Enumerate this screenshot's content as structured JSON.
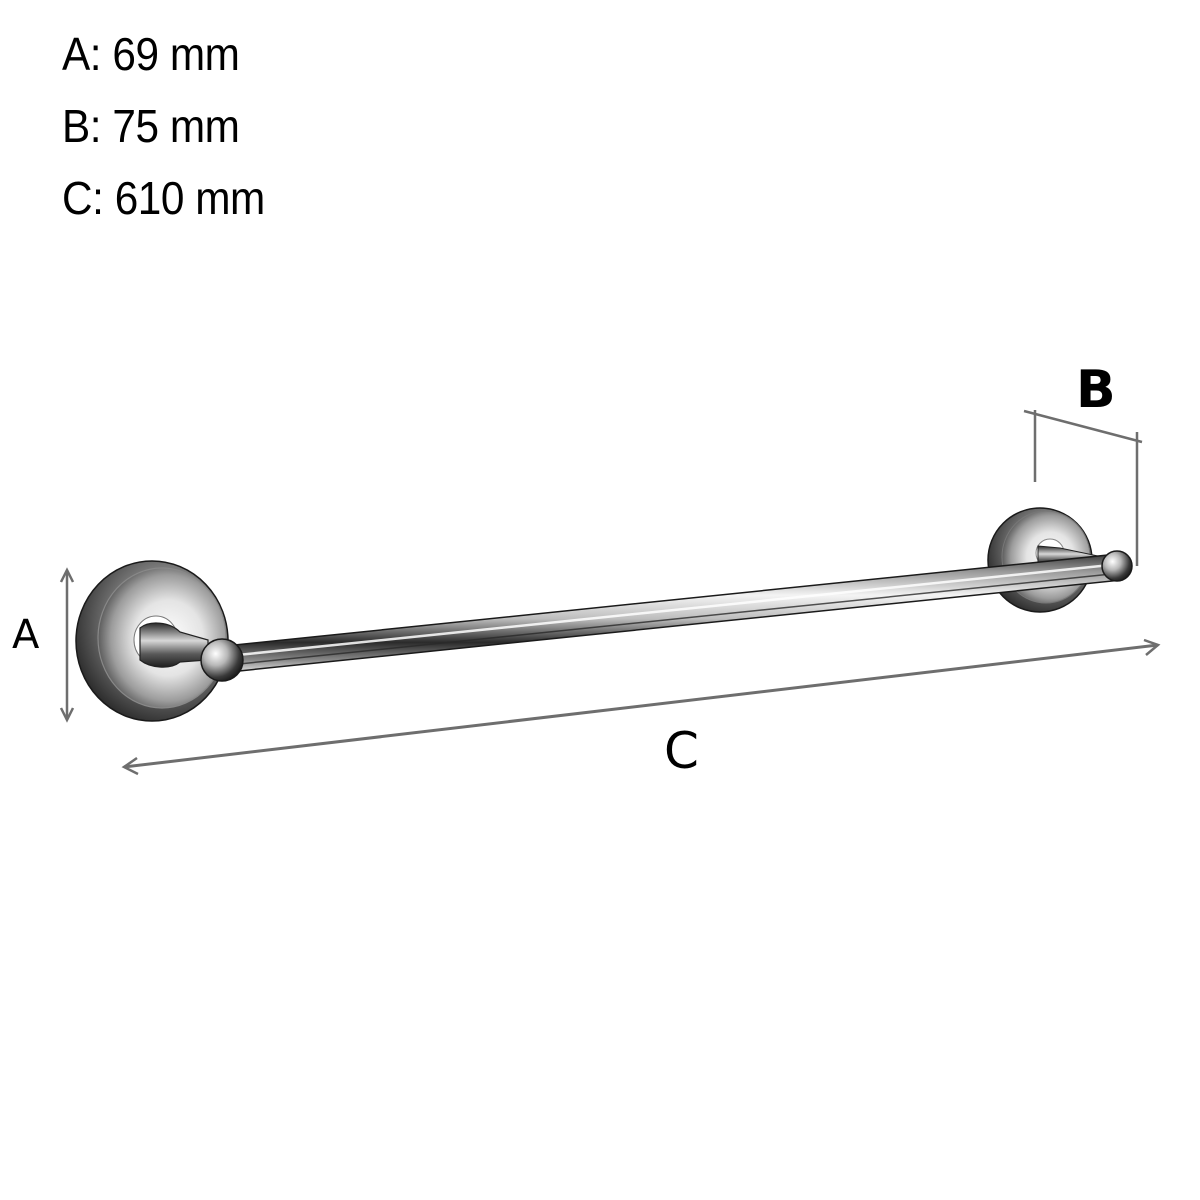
{
  "specifications": [
    {
      "key": "A",
      "label": "A: 69 mm",
      "value": 69,
      "unit": "mm"
    },
    {
      "key": "B",
      "label": "B: 75 mm",
      "value": 75,
      "unit": "mm"
    },
    {
      "key": "C",
      "label": "C: 610 mm",
      "value": 610,
      "unit": "mm"
    }
  ],
  "dimension_labels": {
    "a": "A",
    "b": "B",
    "c": "C"
  },
  "product": {
    "name": "towel-rail",
    "finish_color": "#c8c8c8"
  },
  "colors": {
    "dimension_line": "#6e6e6e",
    "text": "#000000",
    "background": "#ffffff"
  }
}
